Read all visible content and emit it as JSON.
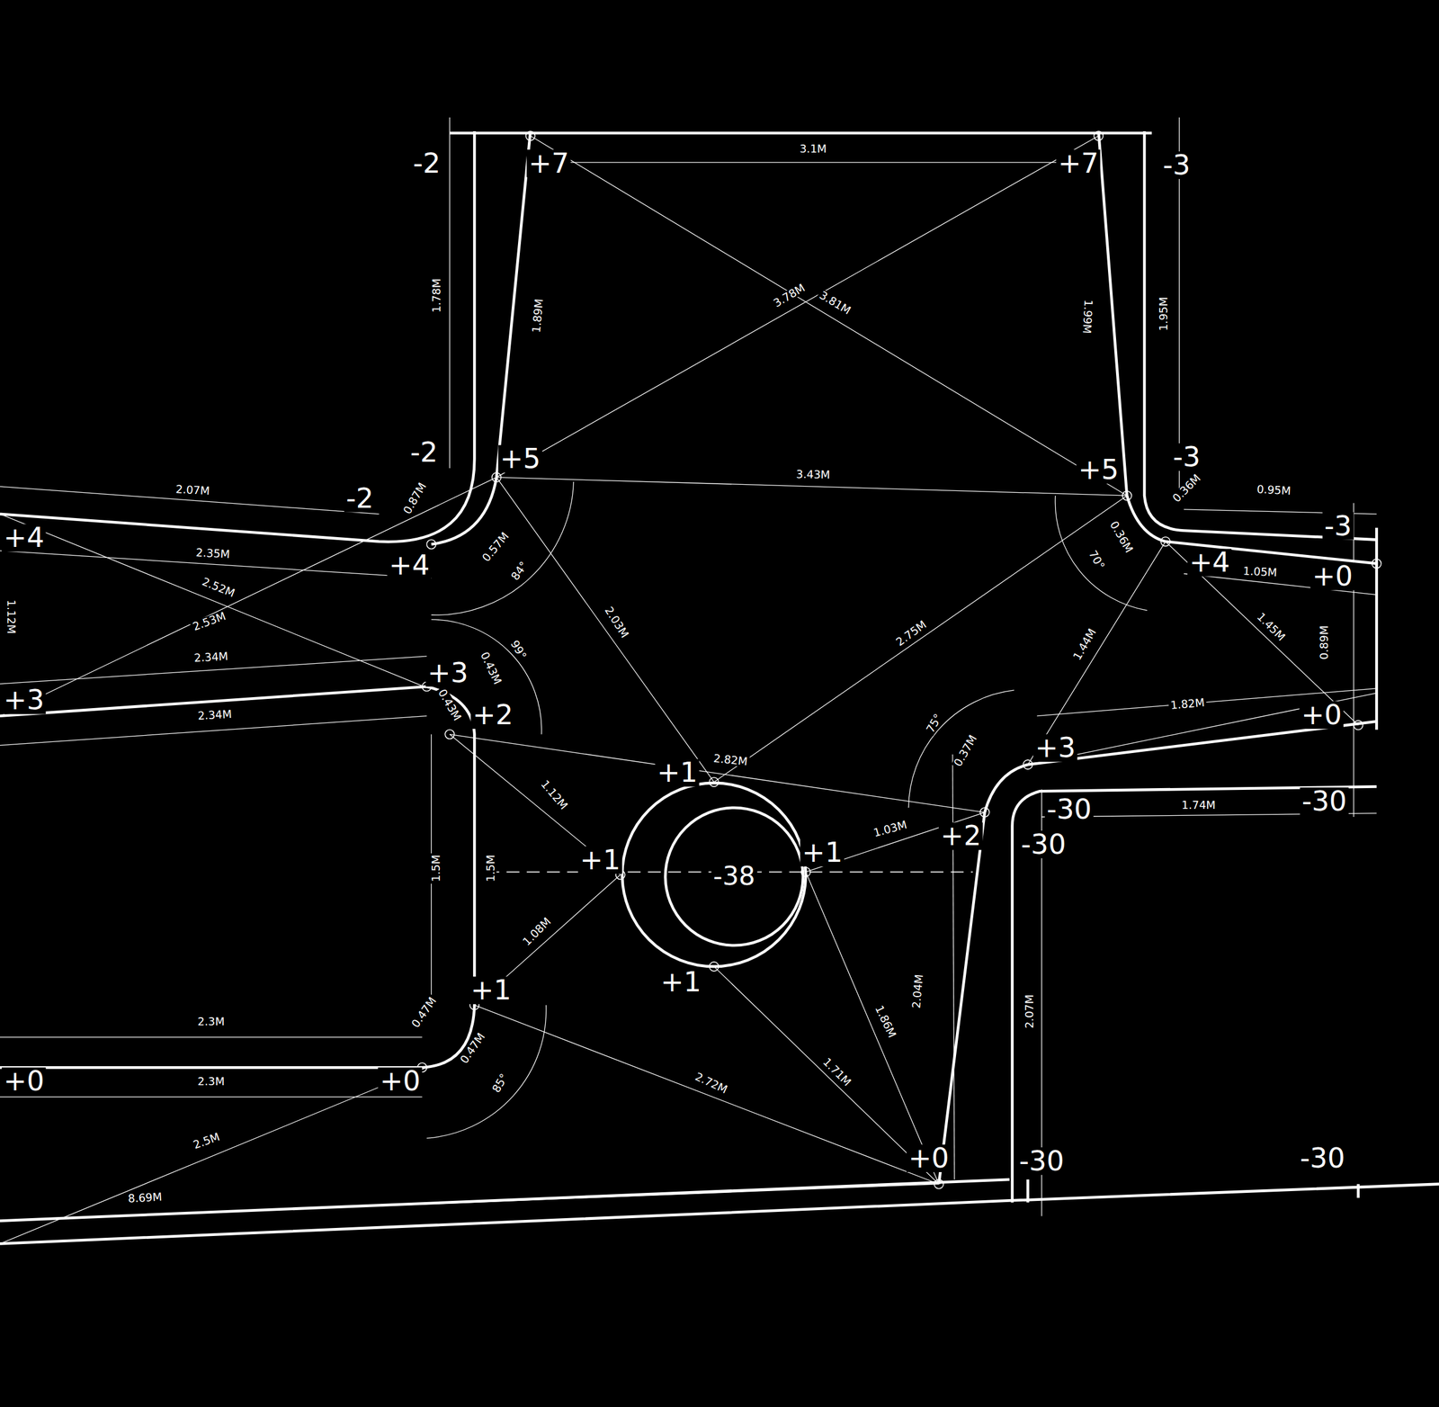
{
  "diagram": {
    "nodes": [
      {
        "text": [
          "-38"
        ]
      }
    ],
    "labels": [
      "-2",
      "+7",
      "+7",
      "-3",
      "-2",
      "+5",
      "+5",
      "-3",
      "-2",
      "+4",
      "+4",
      "+4",
      "-3",
      "+0",
      "+3",
      "+3",
      "+2",
      "+0",
      "+3",
      "+1",
      "-30",
      "-30",
      "+2",
      "-30",
      "+1",
      "+1",
      "+1",
      "+1",
      "+0",
      "+0",
      "+0",
      "-30",
      "-30",
      "3.1M",
      "1.78M",
      "1.89M",
      "3.78M",
      "3.81M",
      "1.99M",
      "1.95M",
      "3.43M",
      "2.07M",
      "0.87M",
      "2.35M",
      "2.52M",
      "0.57M",
      "84°",
      "2.53M",
      "1.12M",
      "99°",
      "0.43M",
      "0.43M",
      "2.34M",
      "2.34M",
      "2.03M",
      "2.75M",
      "0.36M",
      "0.95M",
      "0.36M",
      "70°",
      "1.05M",
      "1.45M",
      "0.89M",
      "1.44M",
      "1.82M",
      "75°",
      "0.37M",
      "2.82M",
      "1.12M",
      "1.74M",
      "1.03M",
      "1.5M",
      "1.5M",
      "1.08M",
      "0.47M",
      "0.47M",
      "85°",
      "2.04M",
      "2.07M",
      "1.86M",
      "1.71M",
      "2.3M",
      "2.3M",
      "2.72M",
      "2.5M",
      "8.69M"
    ]
  }
}
